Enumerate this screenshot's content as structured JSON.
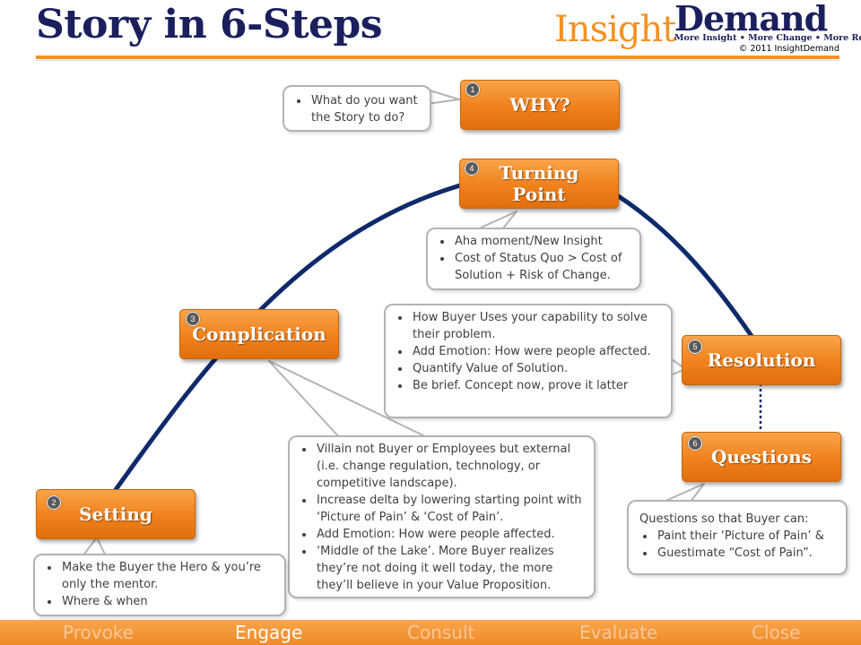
{
  "header": {
    "title": "Story in 6-Steps",
    "logo_insight": "Insight",
    "logo_demand": "Demand",
    "logo_tagline": "More Insight • More Change • More Revenue",
    "logo_copyright": "© 2011 InsightDemand"
  },
  "steps": [
    {
      "num": "1",
      "label": "WHY?"
    },
    {
      "num": "2",
      "label": "Setting"
    },
    {
      "num": "3",
      "label": "Complication"
    },
    {
      "num": "4",
      "label": "Turning Point"
    },
    {
      "num": "5",
      "label": "Resolution"
    },
    {
      "num": "6",
      "label": "Questions"
    }
  ],
  "callouts": {
    "why": [
      "What do you want the Story to do?"
    ],
    "turning_point": [
      "Aha moment/New  Insight",
      "Cost of Status Quo > Cost of Solution + Risk of Change."
    ],
    "resolution": [
      "How Buyer Uses your capability to solve their problem.",
      "Add Emotion: How were people affected.",
      "Quantify Value of Solution.",
      "Be brief. Concept now, prove it latter"
    ],
    "complication": [
      "Villain not Buyer or Employees but external (i.e. change regulation, technology, or competitive landscape).",
      "Increase delta by lowering starting point with ‘Picture of Pain’ & ‘Cost of Pain’.",
      "Add Emotion: How were people affected.",
      "‘Middle of the Lake’. More Buyer realizes they’re not doing it well today, the more they’ll believe in your Value Proposition."
    ],
    "setting": [
      "Make the Buyer the Hero & you’re only the mentor.",
      "Where & when"
    ],
    "questions_intro": "Questions so that Buyer can:",
    "questions": [
      "Paint their ‘Picture of Pain’ &",
      "Guestimate “Cost of Pain”."
    ]
  },
  "bottom_nav": [
    {
      "label": "Provoke",
      "active": false
    },
    {
      "label": "Engage",
      "active": true
    },
    {
      "label": "Consult",
      "active": false
    },
    {
      "label": "Evaluate",
      "active": false
    },
    {
      "label": "Close",
      "active": false
    }
  ],
  "colors": {
    "accent": "#f39222",
    "title": "#1a1f5e",
    "curve": "#0f2a6b",
    "callout_border": "#b3b3b3"
  }
}
